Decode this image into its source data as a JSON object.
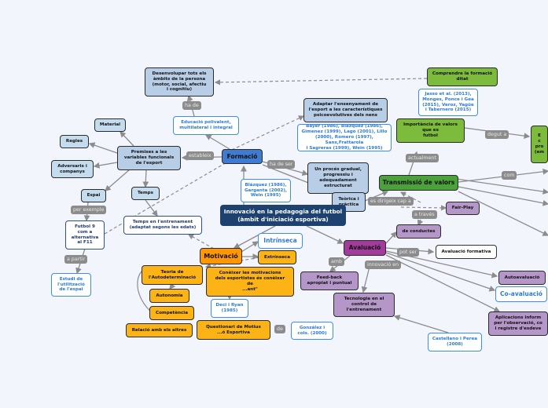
{
  "center": "Innovació en la pedagogia del futbol\n(àmbit d'iniciació esportiva)",
  "formacio": {
    "title": "Formació",
    "establishes": "estableix",
    "premises": "Premises a les\nvariables funcionals\nde l'esport",
    "material": "Material",
    "regles": "Regles",
    "adversaris": "Adversaris i\ncompanys",
    "espai": "Espai",
    "temps": "Temps",
    "per_exemple": "per exemple",
    "futbol9": "Futbol 9\ncom a\nalternativa\nal F11",
    "a_partir": "a partir",
    "estudi": "Estudi de\nl'utilització\nde l'espai",
    "temps_entreno": "Temps en l'entrenament\n(adaptat segons les edats)",
    "desenvolupar": "Desenvolupar tots els\nàmbits de la persona\n(motor, social, afectiu\ni cognitiu)",
    "ha_de": "ha de",
    "educacio": "Educació polivalent,\nmultilateral i integral",
    "adaptar": "Adaptar l'ensenyament de\nl'esport a les característiques\npsicoevolutives dels nens",
    "ha_de_ser": "ha de ser",
    "proces": "Un procés gradual,\nprogressiu i\nadequadament\nestructurat",
    "teorica": "Teòrica i\npràctica",
    "blazquez": "Blázquez (1986),\nGarganta (2002),\nWein (1995)"
  },
  "valors": {
    "comprendre": "Comprendre la formació\nditat",
    "jasso": "Jasso et al. (2013),\nMonges, Ponce i Gea\n(2015), Veroz, Yagüe\ni Tabernero (2015)",
    "importancia": "Importància de valors\nque es\nfutbol",
    "bayer": "Bayer (1986), Blázquez (1986),\nGimenez (1999), Lago (2001), Lillo\n(2000), Romero (1997), Sans,Frattarola\ni Sagreras (1999), Wein (1995)",
    "degut_a": "degut a",
    "right_box": "E\nc\npro\n(em",
    "actualment": "actualment",
    "transmissio": "Transmissió de valors",
    "com": "com",
    "es_dirigeix": "es dirigeix cap a",
    "fair_play": "Fair-Play",
    "a_traves": "a través",
    "conductes": "de conductes"
  },
  "avaluacio": {
    "title": "Avaluació",
    "pot_ser": "pot ser",
    "formativa": "Avaluació formativa",
    "amb": "amb",
    "innovacio_en": "innovació en",
    "feedback": "Feed-back\napropiat i puntual",
    "tecnologia": "Tecnologia en el\ncontrol de\nl'entrenament",
    "autoavaluacio": "Autoavaluació",
    "coavaluacio": "Co-avaluació",
    "aplicacions": "Aplicacions inform\nper l'observació, co\ni registre d'esdeve",
    "castellano": "Castellano i Perea\n(2008)"
  },
  "motivacio": {
    "title": "Motivació",
    "intrinseca": "Intrínseca",
    "extrinseca": "Extrínseca",
    "teoria": "Teoria de\nl'Autodeterminació",
    "coneixer": "Conèixer les motivacions\ndels esportistes és conèixer\nde\n...ant\"",
    "autonomia": "Autonomia",
    "deci": "Deci i Ryan\n(1985)",
    "competencia": "Competència",
    "questionari": "Questionari de Motius\n...ó Esportiva",
    "relacio": "Relació amb els altres",
    "de": "de",
    "gonzalez": "González i\ncols. (2000)"
  }
}
